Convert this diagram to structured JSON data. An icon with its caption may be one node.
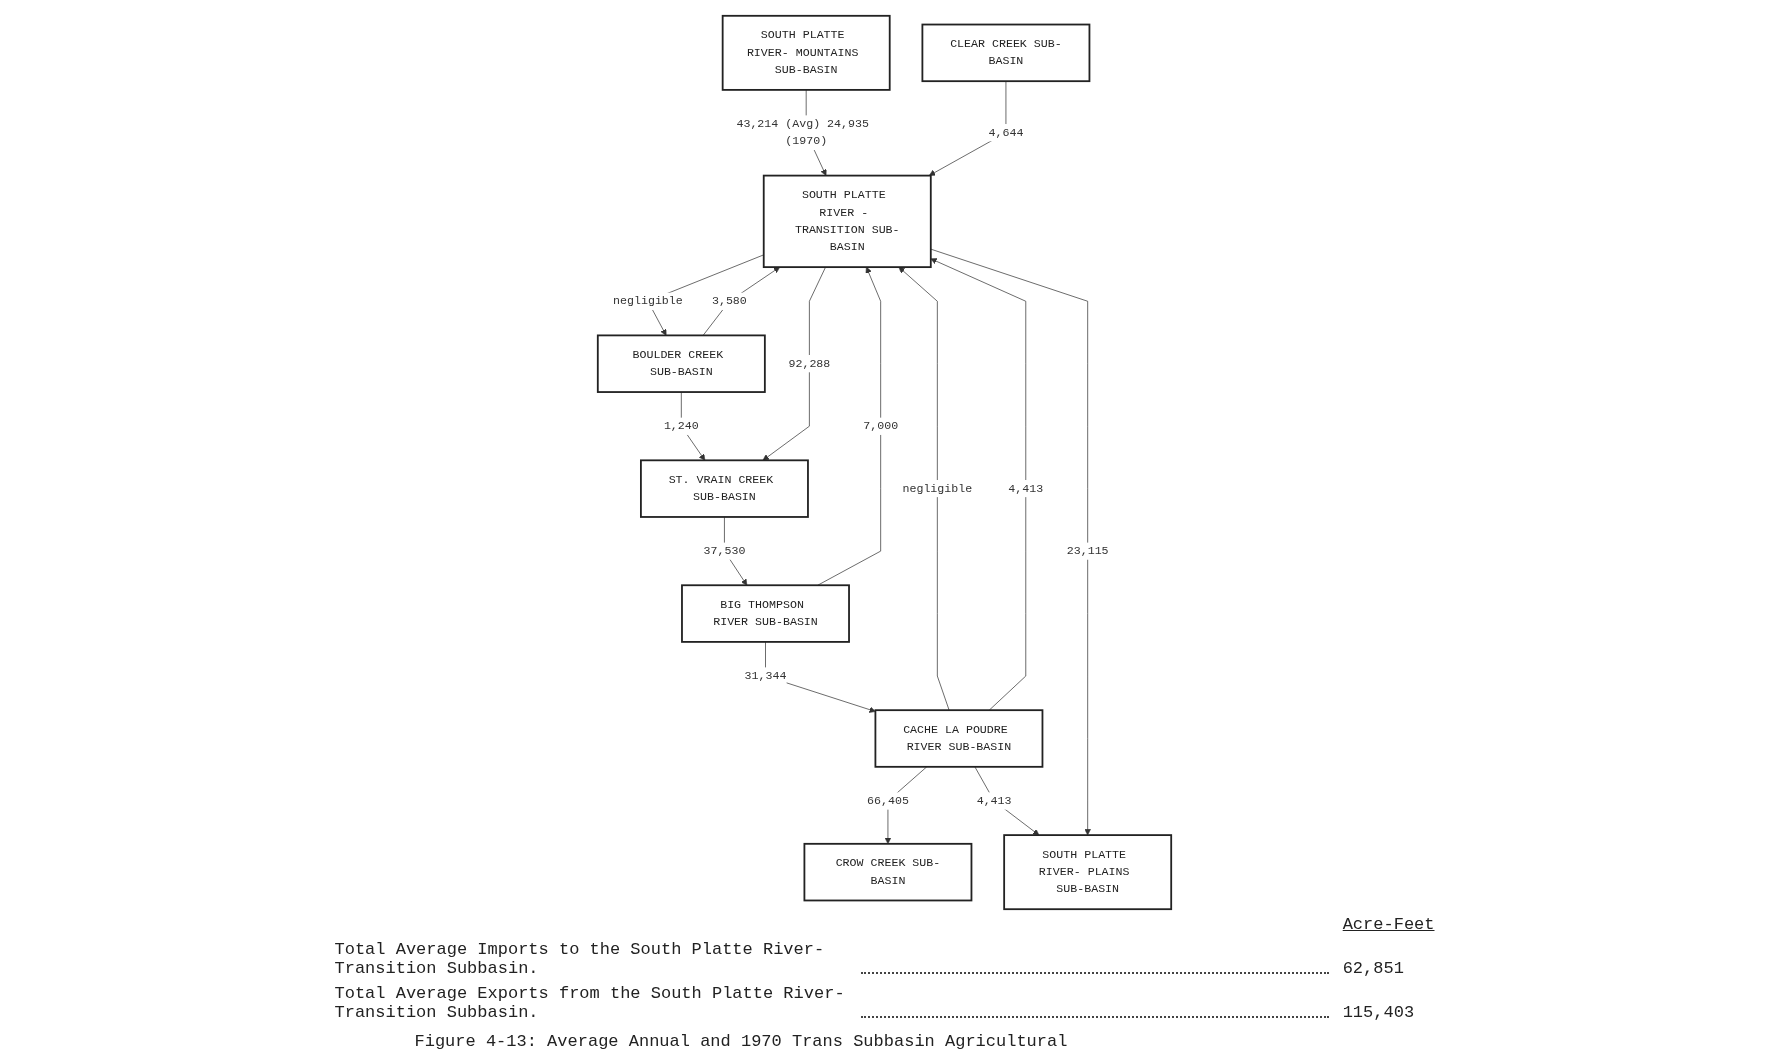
{
  "diagram": {
    "caption": "Figure 4-13: Average Annual and 1970 Trans Subbasin Agricultural",
    "nodes": [
      {
        "text": [
          "SOUTH PLATTE RIVER- MOUNTAINS SUB-BASIN"
        ]
      },
      {
        "text": [
          "BOULDER CREEK SUB-BASIN"
        ]
      },
      {
        "text": [
          "BIG THOMPSON RIVER SUB-BASIN"
        ]
      },
      {
        "text": [
          "CACHE LA POUDRE RIVER SUB-BASIN"
        ]
      },
      {
        "text": [
          "CLEAR CREEK SUB-BASIN"
        ]
      },
      {
        "text": [
          "ST. VRAIN CREEK SUB-BASIN"
        ]
      },
      {
        "text": [
          "SOUTH PLATTE RIVER - TRANSITION SUB-BASIN"
        ]
      },
      {
        "text": [
          "CROW CREEK SUB-BASIN"
        ]
      },
      {
        "text": [
          "SOUTH PLATTE RIVER- PLAINS SUB-BASIN"
        ]
      }
    ],
    "edges": [
      {
        "from": 0,
        "to": 6,
        "arrow": "to",
        "label": "43,214 (Avg) 24,935 (1970)"
      },
      {
        "from": 1,
        "to": 5,
        "arrow": "to",
        "label": "1,240"
      },
      {
        "from": 5,
        "to": 2,
        "arrow": "to",
        "label": "37,530"
      },
      {
        "from": 2,
        "to": 3,
        "arrow": "to",
        "label": "31,344"
      },
      {
        "from": 3,
        "to": 7,
        "arrow": "to",
        "label": "66,405"
      },
      {
        "from": 4,
        "to": 6,
        "arrow": "to",
        "label": "4,644"
      },
      {
        "from": 1,
        "to": 6,
        "arrow": "to",
        "label": "3,580"
      },
      {
        "from": 6,
        "to": 1,
        "arrow": "to",
        "label": "negligible"
      },
      {
        "from": 6,
        "to": 5,
        "arrow": "to",
        "label": "92,288"
      },
      {
        "from": 2,
        "to": 6,
        "arrow": "to",
        "label": "7,000"
      },
      {
        "from": 3,
        "to": 6,
        "arrow": "to",
        "label": "negligible"
      },
      {
        "from": 3,
        "to": 6,
        "arrow": "to",
        "label": "4,413"
      },
      {
        "from": 3,
        "to": 8,
        "arrow": "to",
        "label": "4,413"
      },
      {
        "from": 6,
        "to": 8,
        "arrow": "to",
        "label": "23,115"
      }
    ],
    "labels": [
      "Acre-Feet",
      "Total Average Imports to the South Platte River- Transition Subbasin.",
      "62,851",
      "Total Average Exports from the South Platte River- Transition Subbasin.",
      "115,403"
    ]
  }
}
